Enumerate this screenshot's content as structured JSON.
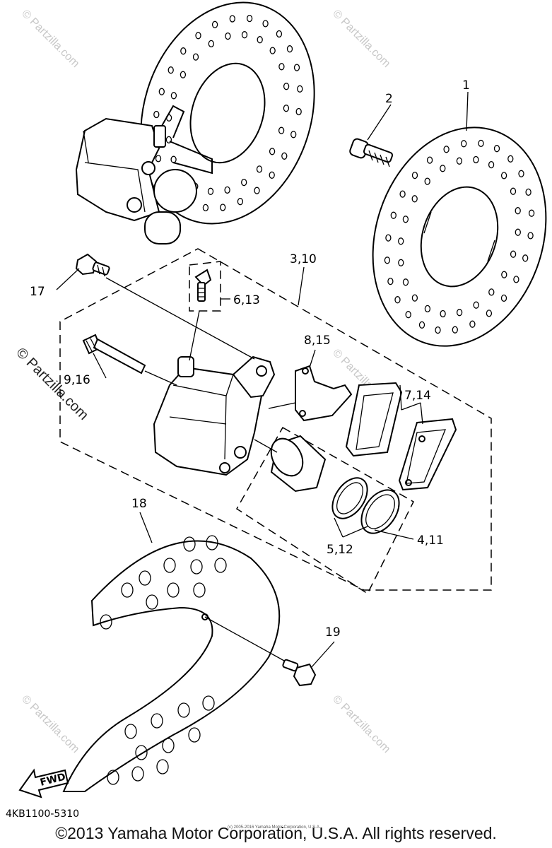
{
  "diagram": {
    "callouts": [
      {
        "id": "c1",
        "label": "1"
      },
      {
        "id": "c2",
        "label": "2"
      },
      {
        "id": "c3",
        "label": "3,10"
      },
      {
        "id": "c4",
        "label": "6,13"
      },
      {
        "id": "c5",
        "label": "17"
      },
      {
        "id": "c6",
        "label": "8,15"
      },
      {
        "id": "c7",
        "label": "7,14"
      },
      {
        "id": "c8",
        "label": "9,16"
      },
      {
        "id": "c9",
        "label": "18"
      },
      {
        "id": "c10",
        "label": "4,11"
      },
      {
        "id": "c11",
        "label": "5,12"
      },
      {
        "id": "c12",
        "label": "19"
      }
    ],
    "fwd_label": "FWD",
    "diagram_code": "4KB1100-5310",
    "watermark": "© Partzilla.com",
    "tiny_notice": "(c) 2005-2016 Yamaha Motor Corporation, U.S.A.",
    "copyright": "©2013 Yamaha Motor Corporation, U.S.A. All rights reserved."
  }
}
